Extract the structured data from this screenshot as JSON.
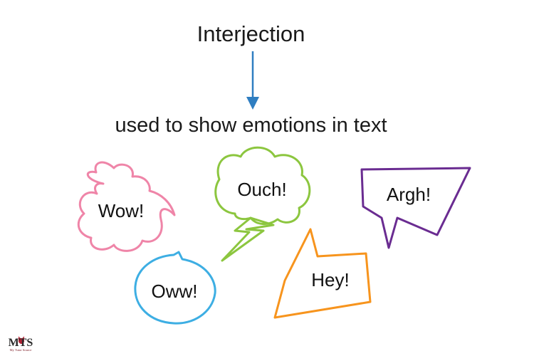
{
  "title": "Interjection",
  "subtitle": "used to show emotions in text",
  "bubbles": {
    "wow": {
      "label": "Wow!",
      "color": "#ef85a8"
    },
    "oww": {
      "label": "Oww!",
      "color": "#3daee3"
    },
    "ouch": {
      "label": "Ouch!",
      "color": "#8cc63f"
    },
    "hey": {
      "label": "Hey!",
      "color": "#f7941d"
    },
    "argh": {
      "label": "Argh!",
      "color": "#6a2c91"
    }
  },
  "arrow_color": "#2f7ec1",
  "logo": {
    "mark": "MTS",
    "tagline": "My Tutor Source"
  }
}
